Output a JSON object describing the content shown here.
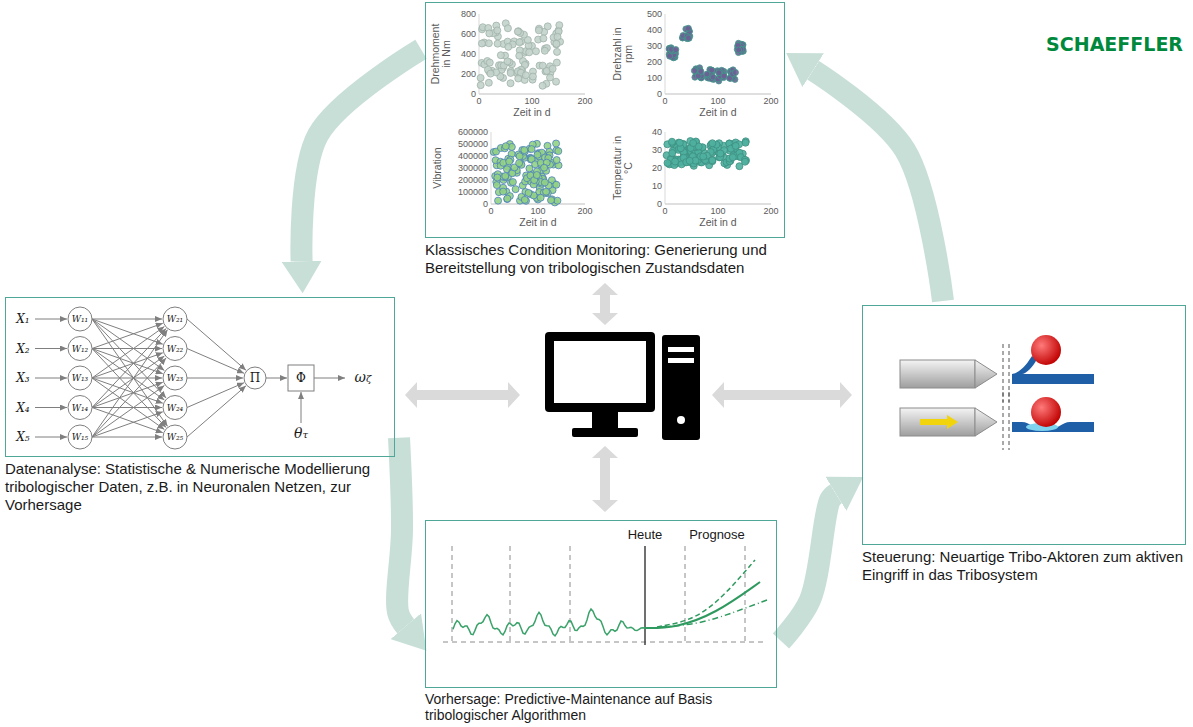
{
  "diagram": {
    "nodes": [
      {
        "text": [
          "Klassisches Condition Monitoring: Generierung und Bereitstellung von tribologischen Zustandsdaten"
        ]
      },
      {
        "text": [
          "Datenanalyse: Statistische & Numerische Modellierung tribologischer Daten, z.B. in Neuronalen Netzen, zur Vorhersage"
        ]
      },
      {
        "text": [
          "Steuerung: Neuartige Tribo-Aktoren zum aktiven Eingriff in das Tribosystem"
        ]
      },
      {
        "text": [
          "Vorhersage: Predictive-Maintenance auf Basis tribologischer Algorithmen"
        ]
      }
    ],
    "edges": [
      {
        "from": 0,
        "to": 1,
        "arrow": "to"
      },
      {
        "from": 1,
        "to": 3,
        "arrow": "to"
      },
      {
        "from": 3,
        "to": 2,
        "arrow": "to"
      },
      {
        "from": 2,
        "to": 0,
        "arrow": "to"
      }
    ],
    "labels": [
      "Drehmoment in Nm",
      "0",
      "200",
      "400",
      "600",
      "800",
      "0",
      "100",
      "200",
      "Zeit in d",
      "Drehzahl in rpm",
      "0",
      "100",
      "200",
      "300",
      "400",
      "500",
      "0",
      "100",
      "200",
      "Zeit in d",
      "Vibration",
      "0",
      "100000",
      "200000",
      "300000",
      "400000",
      "500000",
      "600000",
      "0",
      "100",
      "200",
      "Zeit in d",
      "Temperatur in °C",
      "0",
      "10",
      "20",
      "30",
      "40",
      "0",
      "100",
      "200",
      "Zeit in d",
      "X₁",
      "X₂",
      "X₃",
      "X₄",
      "X₅",
      "W₁₁",
      "W₁₂",
      "W₁₃",
      "W₁₄",
      "W₁₅",
      "W₂₁",
      "W₂₂",
      "W₂₃",
      "W₂₄",
      "W₂₅",
      "Π",
      "Φ",
      "θτ",
      "ωζ",
      "Heute",
      "Prognose",
      "SCHAEFFLER"
    ]
  }
}
